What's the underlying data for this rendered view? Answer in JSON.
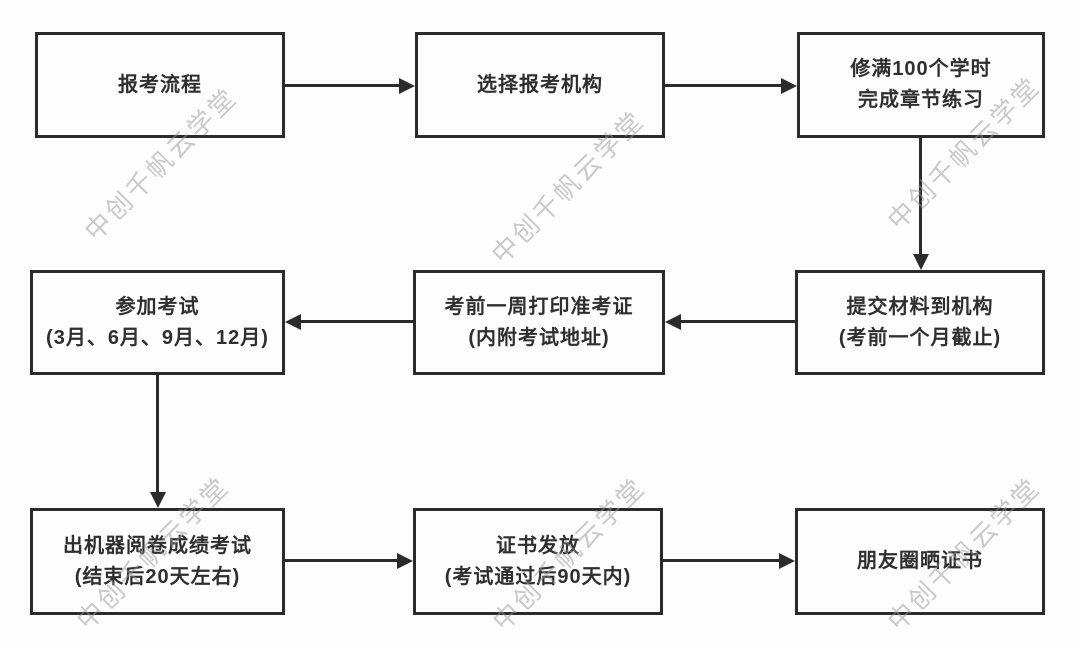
{
  "watermark": {
    "text": "中创千帆云学堂",
    "color": "#9b9b9b"
  },
  "colors": {
    "box_border": "#2b2b2b",
    "text": "#2f2f2f",
    "background": "#fdfdfd"
  },
  "diagram": {
    "type": "flowchart",
    "nodes": [
      {
        "id": "start",
        "line1": "报考流程",
        "line2": ""
      },
      {
        "id": "choose-org",
        "line1": "选择报考机构",
        "line2": ""
      },
      {
        "id": "study-hours",
        "line1": "修满100个学时",
        "line2": "完成章节练习"
      },
      {
        "id": "submit-materials",
        "line1": "提交材料到机构",
        "line2": "(考前一个月截止)"
      },
      {
        "id": "print-ticket",
        "line1": "考前一周打印准考证",
        "line2": "(内附考试地址)"
      },
      {
        "id": "take-exam",
        "line1": "参加考试",
        "line2": "(3月、6月、9月、12月)"
      },
      {
        "id": "exam-results",
        "line1": "出机器阅卷成绩考试",
        "line2": "(结束后20天左右)"
      },
      {
        "id": "certificate",
        "line1": "证书发放",
        "line2": "(考试通过后90天内)"
      },
      {
        "id": "share",
        "line1": "朋友圈晒证书",
        "line2": ""
      }
    ],
    "edges": [
      {
        "from": "start",
        "to": "choose-org"
      },
      {
        "from": "choose-org",
        "to": "study-hours"
      },
      {
        "from": "study-hours",
        "to": "submit-materials"
      },
      {
        "from": "submit-materials",
        "to": "print-ticket"
      },
      {
        "from": "print-ticket",
        "to": "take-exam"
      },
      {
        "from": "take-exam",
        "to": "exam-results"
      },
      {
        "from": "exam-results",
        "to": "certificate"
      },
      {
        "from": "certificate",
        "to": "share"
      }
    ]
  }
}
